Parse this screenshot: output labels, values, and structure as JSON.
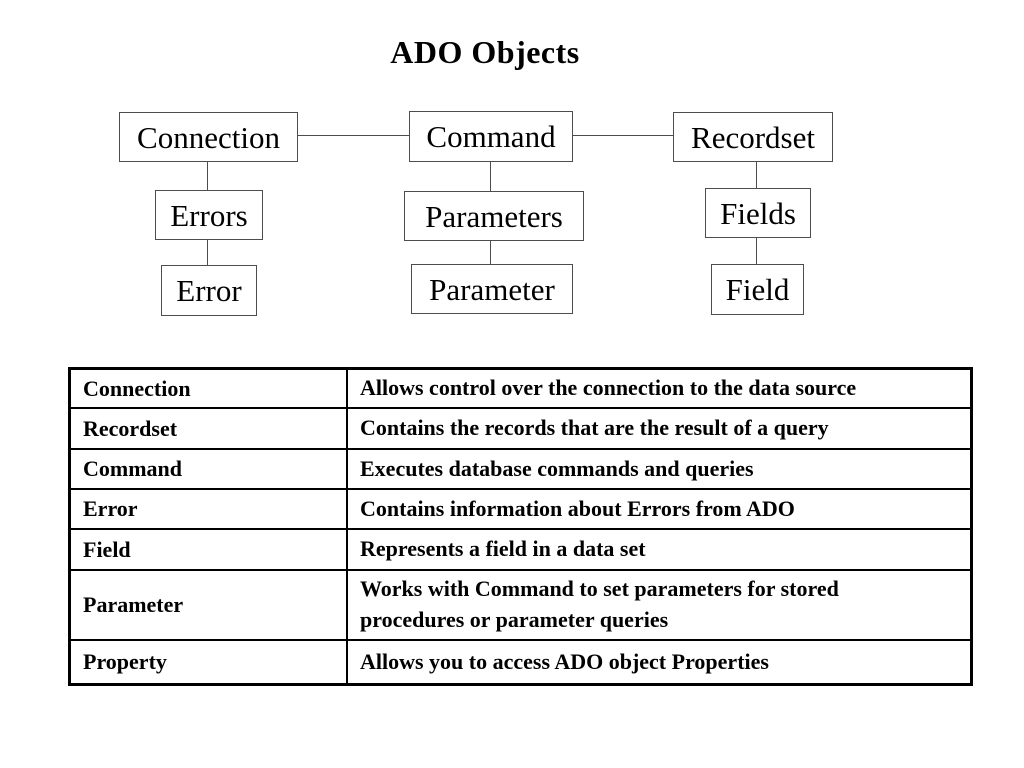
{
  "title": "ADO Objects",
  "diagram": {
    "columns": [
      {
        "root": "Connection",
        "collection": "Errors",
        "item": "Error"
      },
      {
        "root": "Command",
        "collection": "Parameters",
        "item": "Parameter"
      },
      {
        "root": "Recordset",
        "collection": "Fields",
        "item": "Field"
      }
    ]
  },
  "table": {
    "rows": [
      {
        "term": "Connection",
        "description": "Allows control over the connection to the data source"
      },
      {
        "term": "Recordset",
        "description": "Contains the records that are the result of a query"
      },
      {
        "term": "Command",
        "description": "Executes database commands and queries"
      },
      {
        "term": "Error",
        "description": "Contains information about Errors from ADO"
      },
      {
        "term": "Field",
        "description": "Represents a field in a data set"
      },
      {
        "term": "Parameter",
        "description": "Works with Command to set parameters for stored\nprocedures or parameter queries"
      },
      {
        "term": "Property",
        "description": "Allows you to access ADO object Properties"
      }
    ]
  },
  "colors": {
    "background": "#ffffff",
    "text": "#000000",
    "box_border": "#4d4d4d",
    "table_border": "#000000"
  }
}
